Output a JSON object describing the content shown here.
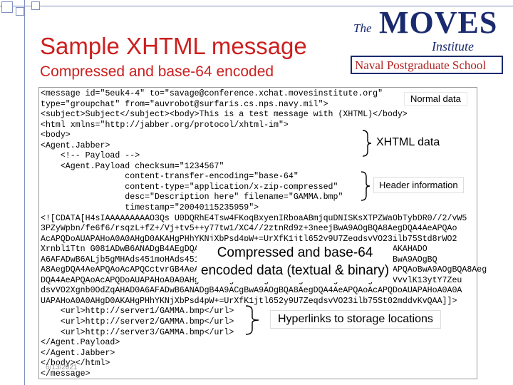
{
  "title": "Sample XHTML message",
  "subtitle": "Compressed and base-64 encoded",
  "logo": {
    "the": "The",
    "moves": "MOVES",
    "institute": "Institute",
    "school": "Naval Postgraduate School"
  },
  "code_lines": [
    "<message id=\"5euk4-4\" to=\"savage@conference.xchat.movesinstitute.org\"",
    "type=\"groupchat\" from=\"auvrobot@surfaris.cs.nps.navy.mil\">",
    "<subject>Subject</subject><body>This is a test message with (XHTML)</body>",
    "<html xmlns=\"http://jabber.org/protocol/xhtml-im\">",
    "<body>",
    "<Agent.Jabber>",
    "    <!-- Payload -->",
    "    <Agent.Payload checksum=\"1234567\"",
    "                 content-transfer-encoding=\"base-64\"",
    "                 content-type=\"application/x-zip-compressed\"",
    "                 desc=\"Description here\" filename=\"GAMMA.bmp\"",
    "                 timestamp=\"20040115235959\">",
    "<![CDATA[H4sIAAAAAAAAAO3Qs U0DQRhE4Tsw4FKoqBxyenIRboaABmjquDNISKsXTPZWaObTybDR0//2/vW5",
    "3PZyWpbn/fe6f6/rsqzL+fZ+/Vj+tv5++y77tw1/XC4//2ztnRd9z+3neejBwA9AOgBQA8AegDQA4AeAPQAo",
    "AcAPQDoAUAPAHoA0A0AHgD0AKAHgPHhYKNjXbPsd4pW+=UrXfK1jtl652y9U7ZeqdsvVO23ilb75Std8rWO2",
    "Xrnbl1Ttn G081ADwB6ANADgB4AEgDQA4AeAPQAoAcAPQD oAUAPAHoA0A0AHgD0AKAHgD0AKAHADO",
    "A6AFADwB6ALjb5gMHAds451moHAds451moHAds451moHAds451mcAPQDoAUAPAHoA0A9ACgBwA9AOgBQ",
    "A8AegDQA4AeAPQAoAcAPQCctvrGB4AeAPQAoAcAPQCctvrGB4AeAPQAoAcAPQCctvrGB4AeAPQAoBwA9AOgBQA8Aeg",
    "DQA4AeAPQAoAcAPQDoAUAPAHoA0A0AHgD0AKAHgD0AKAHgD0AKAHgD0AKAHgD0AKAHgD0AKVvvlK13ytY7Zeu",
    "dsvVO2Xgnb0OdZqAHAD0A6AFADwB6ANADgB4A9ACgBwA9AOgBQA8AegDQA4AeAPQAoAcAPQDoAUAPAHoA0A0A",
    "UAPAHoA0A0AHgD0AKAHgPHhYKNjXbPsd4pW+=UrXfK1jtl652y9U7ZeqdsvVO23ilb75St02mddvKvQAA]]>",
    "    <url>http://server1/GAMMA.bmp</url>",
    "    <url>http://server2/GAMMA.bmp</url>",
    "    <url>http://server3/GAMMA.bmp</url>",
    "</Agent.Payload>",
    "</Agent.Jabber>",
    "</body></html>",
    "</message>"
  ],
  "annotations": {
    "normal_data": "Normal data",
    "xhtml_data": "XHTML data",
    "header_information": "Header information",
    "compressed_line1": "Compressed and base-64",
    "compressed_line2": "encoded data (textual & binary)",
    "hyperlinks": "Hyperlinks to storage locations"
  },
  "footer_date": "6/13/2021",
  "colors": {
    "title": "#cc1f1f",
    "navy": "#1a2a6e"
  }
}
